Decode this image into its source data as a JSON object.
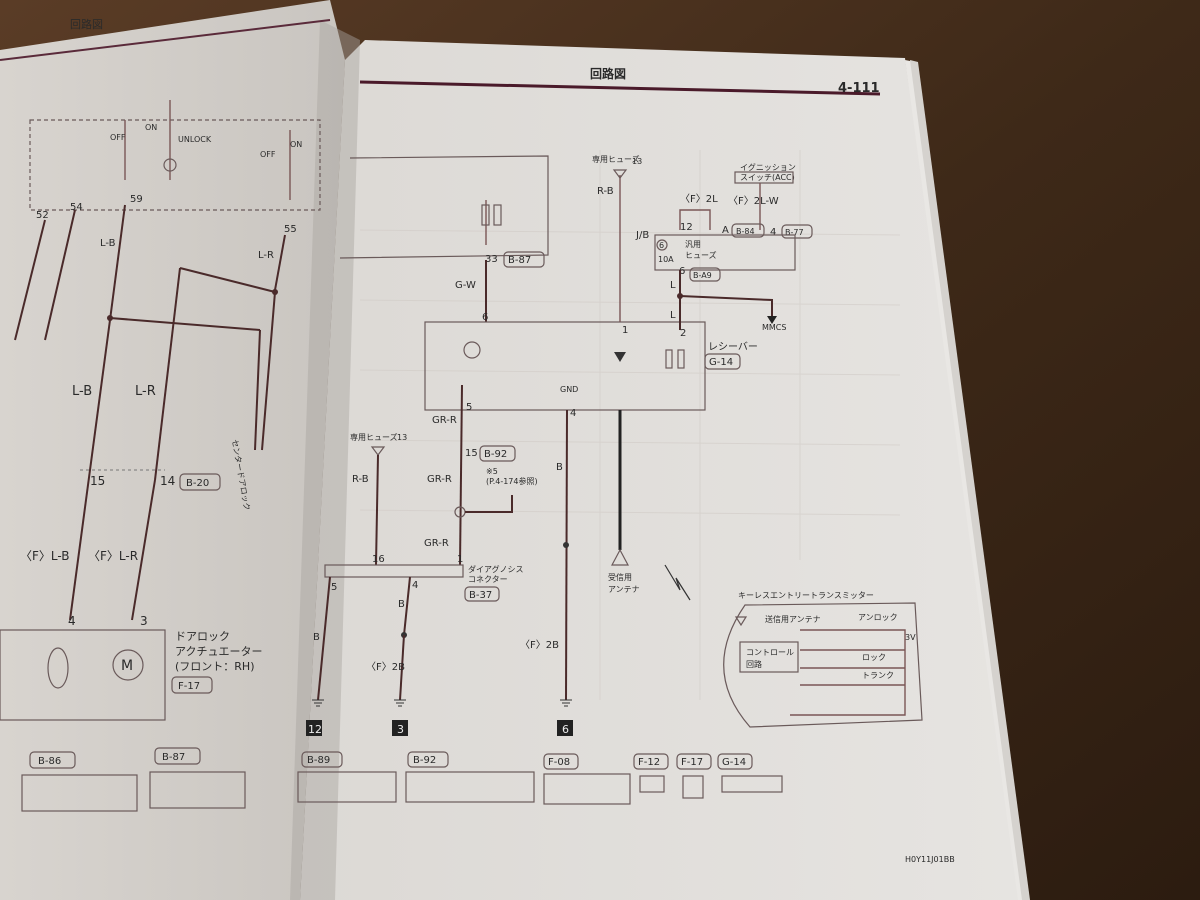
{
  "left_page": {
    "header": "回路図",
    "labels": {
      "off1": "OFF",
      "on1": "ON",
      "unlock": "UNLOCK",
      "off2": "OFF",
      "on2": "ON",
      "pin52": "52",
      "pin54": "54",
      "pin59": "59",
      "pin55": "55",
      "wire_lb_top": "L-B",
      "wire_lr_top": "L-R",
      "wire_lb_mid": "L-B",
      "wire_lr_mid": "L-R",
      "pin15": "15",
      "pin14": "14",
      "conn_b20": "B-20",
      "f_lb": "〈F〉L-B",
      "f_lr": "〈F〉L-R",
      "pin4": "4",
      "pin3": "3",
      "component_line1": "ドアロック",
      "component_line2": "アクチュエーター",
      "component_line3": "(フロント：RH)",
      "conn_f17": "F-17",
      "center_door_lock": "センタードアロック"
    },
    "bottom_connectors": [
      "B-86",
      "B-87"
    ]
  },
  "right_page": {
    "header": "回路図",
    "page_number": "4-111",
    "footer_code": "H0Y11J01BB",
    "labels": {
      "fuse_top": "専用ヒューズ",
      "fuse_top_num": "13",
      "ignition": "イグニッション",
      "ignition2": "スイッチ(ACC)",
      "rb_top": "R-B",
      "f2l": "〈F〉2L",
      "f2lw": "〈F〉2L-W",
      "jb": "J/B",
      "pin12": "12",
      "pinA1": "A",
      "pinA2": "4",
      "conn_b84": "B-84",
      "conn_b77": "B-77",
      "fuse_no": "6",
      "fuse_amp": "10A",
      "fuse_name": "汎用",
      "fuse_name2": "ヒューズ",
      "pin6a": "6",
      "conn_a9": "B-A9",
      "l1": "L",
      "mmcs": "MMCS",
      "l2": "L",
      "pin33": "33",
      "conn_b87": "B-87",
      "gw": "G-W",
      "pin6": "6",
      "pin1": "1",
      "pin2": "2",
      "receiver": "レシーバー",
      "conn_g14": "G-14",
      "gnd": "GND",
      "pin5": "5",
      "pin4": "4",
      "grr1": "GR-R",
      "pin15": "15",
      "conn_b92": "B-92",
      "fuse_mid": "専用ヒューズ",
      "fuse_mid_num": "13",
      "rb_mid": "R-B",
      "grr2": "GR-R",
      "note": "※5",
      "note_ref": "(P.4-174参照)",
      "b_wire": "B",
      "grr3": "GR-R",
      "pin16": "16",
      "pin1b": "1",
      "pin5b": "5",
      "pin4b": "4",
      "diag1": "ダイアグノシス",
      "diag2": "コネクター",
      "conn_b37": "B-37",
      "b1": "B",
      "b2": "B",
      "f2b1": "〈F〉2B",
      "f2b2": "〈F〉2B",
      "antenna1": "受信用",
      "antenna2": "アンテナ",
      "keyless_title": "キーレスエントリートランスミッター",
      "keyless_ant": "送信用アンテナ",
      "keyless_ctrl1": "コントロール",
      "keyless_ctrl2": "回路",
      "keyless_lock": "アンロック",
      "keyless_lock2": "ロック",
      "keyless_trunk": "トランク",
      "keyless_3v": "3V",
      "ground12": "12",
      "ground3": "3",
      "ground6": "6"
    },
    "bottom_connectors": [
      "B-89",
      "B-92",
      "F-08",
      "F-12",
      "F-17",
      "G-14"
    ]
  }
}
